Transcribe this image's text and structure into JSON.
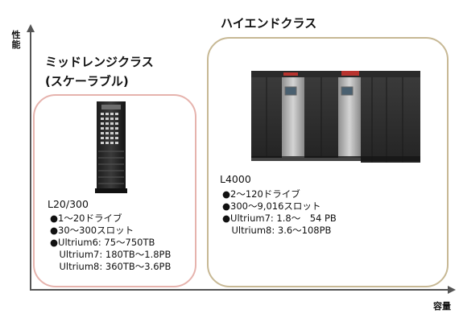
{
  "axes": {
    "y_label": "性能",
    "x_label": "容量"
  },
  "midrange": {
    "heading_line1": "ミッドレンジクラス",
    "heading_line2": "(スケーラブル)",
    "model": "L20/300",
    "specs": [
      "●1～20ドライブ",
      "●30～300スロット",
      "●Ultrium6: 75～750TB",
      "　Ultrium7: 180TB～1.8PB",
      "　Ultrium8: 360TB～3.6PB"
    ]
  },
  "highend": {
    "heading": "ハイエンドクラス",
    "model": "L4000",
    "specs": [
      "●2～120ドライブ",
      "●300～9,016スロット",
      "●Ultrium7: 1.8～　54 PB",
      "　Ultrium8: 3.6～108PB"
    ]
  },
  "colors": {
    "axis": "#555555",
    "midrange_border": "#e6b3ad",
    "highend_border": "#c7b894",
    "cabinet_dark": "#2b2b2b",
    "cabinet_silver": "#b9b9b9",
    "accent_red": "#b8332e"
  }
}
